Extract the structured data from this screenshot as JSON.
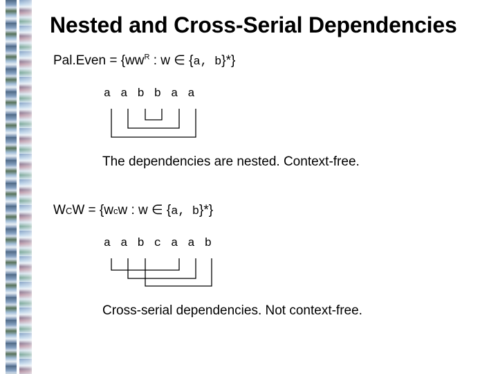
{
  "title": "Nested and Cross-Serial Dependencies",
  "paleven": {
    "name": "Pal.Even",
    "eq": " = {ww",
    "sup": "R",
    "mid": " : w ∈ {",
    "alphabet": "a, b",
    "end": "}*}"
  },
  "nested_sequence": [
    "a",
    "a",
    "b",
    "b",
    "a",
    "a"
  ],
  "nested_caption": "The dependencies are nested.  Context-free.",
  "wcw": {
    "w1": "W",
    "c1": "C",
    "w2": "W",
    "eq": " = {w",
    "c2": "c",
    "mid": "w : w ∈ {",
    "alphabet": "a, b",
    "end": "}*}"
  },
  "cross_sequence": [
    "a",
    "a",
    "b",
    "c",
    "a",
    "a",
    "b"
  ],
  "cross_caption": "Cross-serial dependencies.  Not context-free."
}
